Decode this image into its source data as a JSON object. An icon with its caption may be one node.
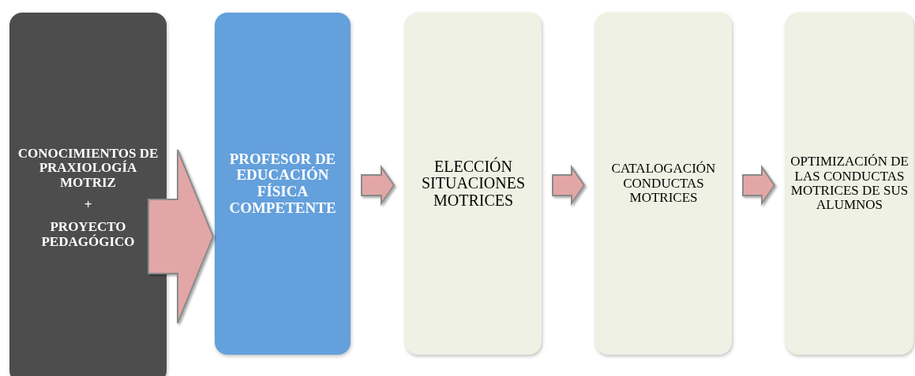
{
  "diagram": {
    "nodes": [
      {
        "text": [
          "CONOCIMIENTOS DE PRAXIOLOGÍA MOTRIZ",
          "+",
          "PROYECTO PEDAGÓGICO"
        ]
      },
      {
        "text": [
          "PROFESOR DE EDUCACIÓN FÍSICA COMPETENTE"
        ]
      },
      {
        "text": [
          "ELECCIÓN SITUACIONES MOTRICES"
        ]
      },
      {
        "text": [
          "CATALOGACIÓN CONDUCTAS MOTRICES"
        ]
      },
      {
        "text": [
          "OPTIMIZACIÓN DE LAS CONDUCTAS MOTRICES DE SUS ALUMNOS"
        ]
      }
    ],
    "edges": [
      {
        "from": 0,
        "to": 1,
        "arrow": "to"
      },
      {
        "from": 1,
        "to": 2,
        "arrow": "to"
      },
      {
        "from": 2,
        "to": 3,
        "arrow": "to"
      },
      {
        "from": 3,
        "to": 4,
        "arrow": "to"
      }
    ]
  }
}
